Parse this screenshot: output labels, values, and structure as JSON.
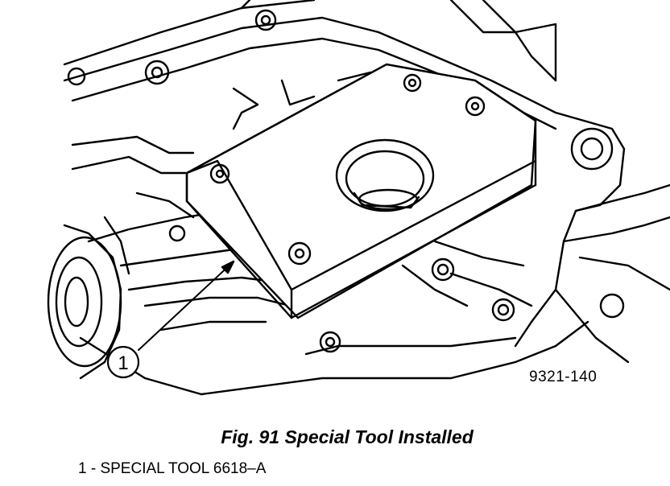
{
  "figure": {
    "callout": "1",
    "code": "9321-140",
    "caption": "Fig. 91 Special Tool Installed",
    "legend": "1 - SPECIAL TOOL 6618–A"
  }
}
